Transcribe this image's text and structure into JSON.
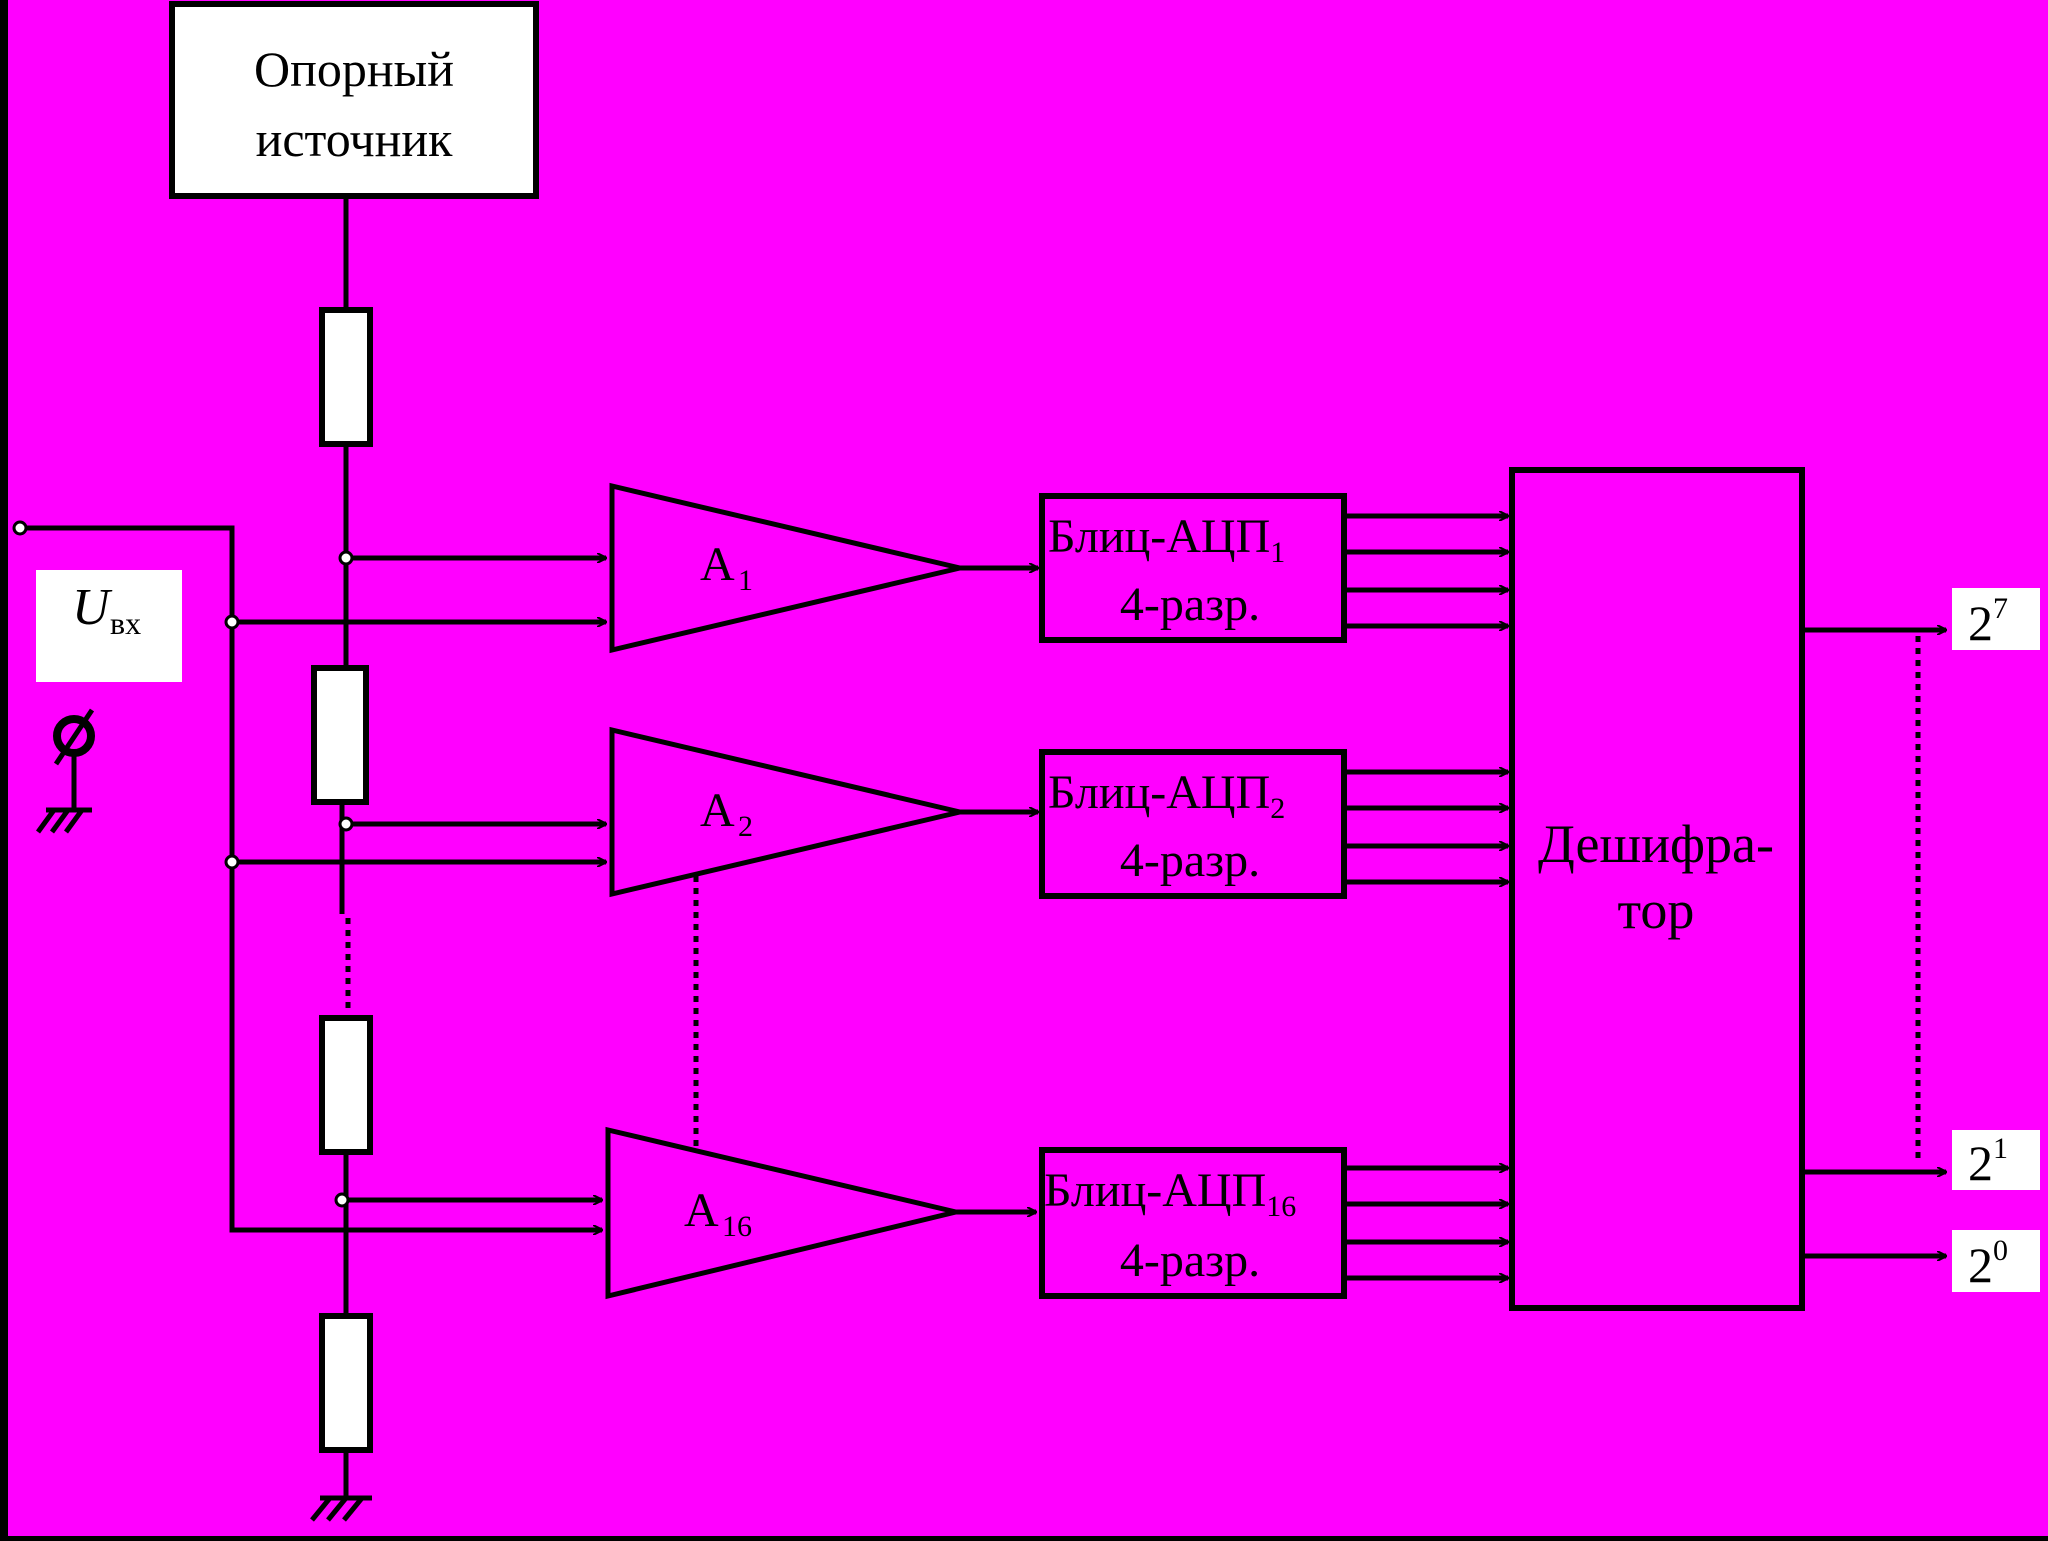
{
  "colors": {
    "background": "#ff00ff",
    "border": "#000000",
    "line": "#000000",
    "box_fill": "#ffffff"
  },
  "reference_source": {
    "line1": "Опорный",
    "line2": "источник"
  },
  "input": {
    "symbol": "U",
    "subscript": "вх"
  },
  "amplifiers": [
    {
      "letter": "A",
      "index": "1"
    },
    {
      "letter": "A",
      "index": "2"
    },
    {
      "letter": "A",
      "index": "16"
    }
  ],
  "adcs": [
    {
      "name": "Блиц-АЦП",
      "index": "1",
      "bits": "4-разр."
    },
    {
      "name": "Блиц-АЦП",
      "index": "2",
      "bits": "4-разр."
    },
    {
      "name": "Блиц-АЦП",
      "index": "16",
      "bits": "4-разр."
    }
  ],
  "decoder": {
    "line1": "Дешифра-",
    "line2": "тор"
  },
  "outputs": [
    {
      "base": "2",
      "exp": "7"
    },
    {
      "base": "2",
      "exp": "1"
    },
    {
      "base": "2",
      "exp": "0"
    }
  ],
  "icons": [
    "arrow-icon",
    "ground-icon",
    "terminal-icon",
    "resistor-icon",
    "amplifier-triangle-icon"
  ]
}
